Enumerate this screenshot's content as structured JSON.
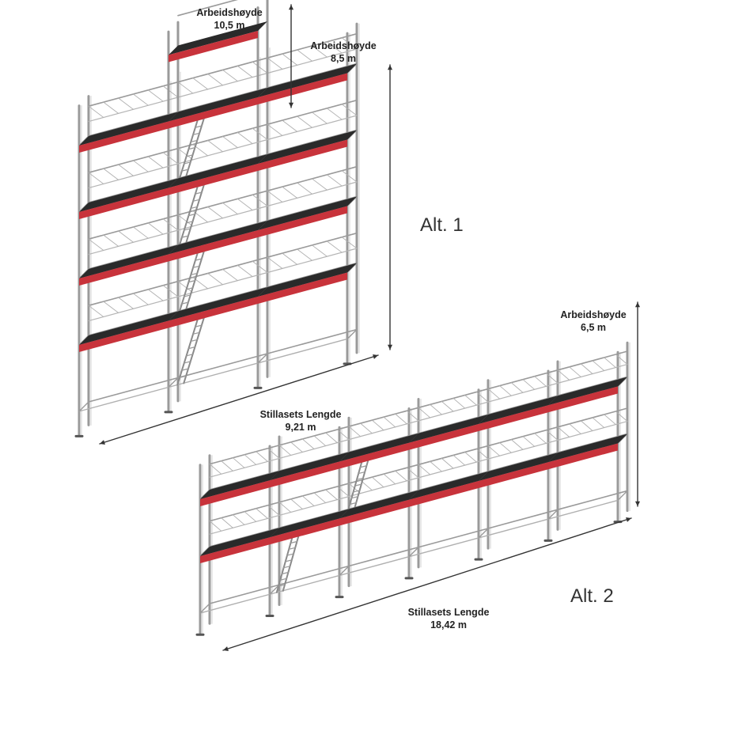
{
  "diagram": {
    "alt1": {
      "label": "Alt. 1",
      "heights": [
        {
          "title": "Arbeidshøyde",
          "value": "10,5 m"
        },
        {
          "title": "Arbeidshøyde",
          "value": "8,5 m"
        }
      ],
      "length": {
        "title": "Stillasets Lengde",
        "value": "9,21 m"
      }
    },
    "alt2": {
      "label": "Alt. 2",
      "heights": [
        {
          "title": "Arbeidshøyde",
          "value": "6,5 m"
        }
      ],
      "length": {
        "title": "Stillasets Lengde",
        "value": "18,42 m"
      }
    },
    "colors": {
      "frame": "#9a9a9a",
      "deck_red": "#c8333b",
      "deck_top": "#2a2a2a",
      "arrow": "#333333"
    }
  }
}
